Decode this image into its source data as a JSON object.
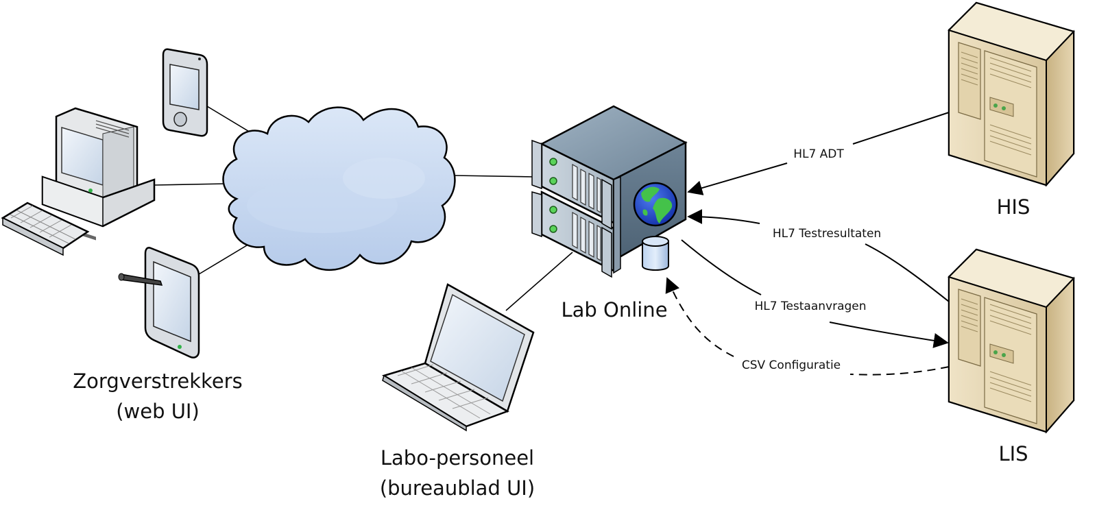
{
  "nodes": {
    "zorgverstrekkers": {
      "line1": "Zorgverstrekkers",
      "line2": "(web UI)"
    },
    "labo_personeel": {
      "line1": "Labo-personeel",
      "line2": "(bureaublad UI)"
    },
    "lab_online": {
      "label": "Lab Online"
    },
    "his": {
      "label": "HIS"
    },
    "lis": {
      "label": "LIS"
    }
  },
  "edges": {
    "hl7_adt": "HL7 ADT",
    "hl7_testresultaten": "HL7 Testresultaten",
    "hl7_testaanvragen": "HL7 Testaanvragen",
    "csv_configuratie": "CSV Configuratie"
  }
}
